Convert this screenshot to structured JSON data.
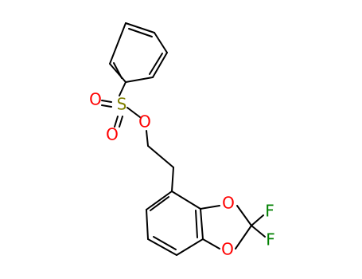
{
  "molecule": {
    "atoms": {
      "sulfur": {
        "label": "S",
        "color": "#808000"
      },
      "oxygen_sulfonyl_top": {
        "label": "O",
        "color": "#ff0000"
      },
      "oxygen_sulfonyl_bottom": {
        "label": "O",
        "color": "#ff0000"
      },
      "oxygen_ester": {
        "label": "O",
        "color": "#ff0000"
      },
      "oxygen_ring_top": {
        "label": "O",
        "color": "#ff0000"
      },
      "oxygen_ring_bottom": {
        "label": "O",
        "color": "#ff0000"
      },
      "fluorine_top": {
        "label": "F",
        "color": "#008000"
      },
      "fluorine_bottom": {
        "label": "F",
        "color": "#008000"
      }
    }
  }
}
